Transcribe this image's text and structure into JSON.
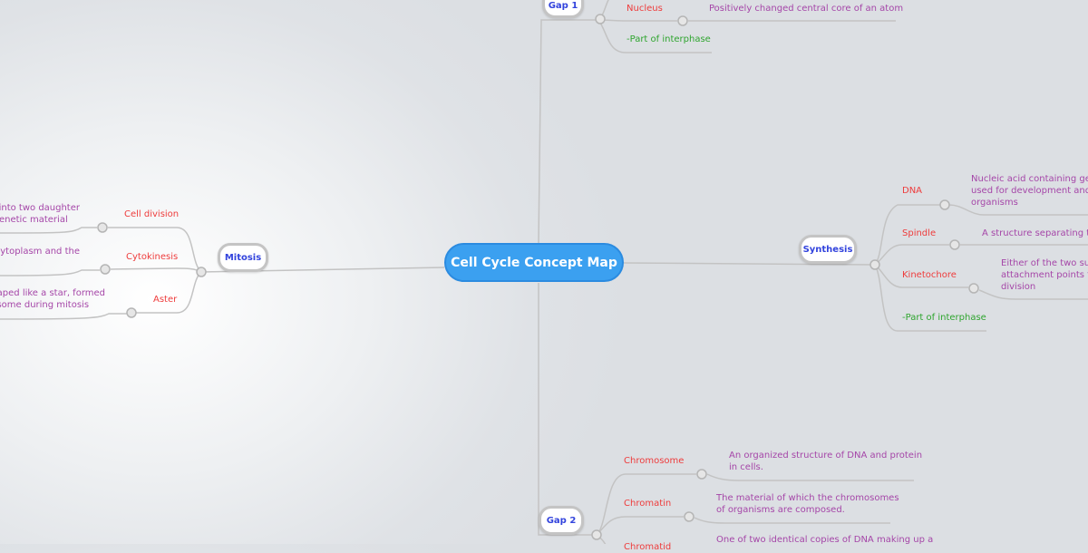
{
  "central": {
    "label": "Cell Cycle Concept Map"
  },
  "mitosis": {
    "label": "Mitosis",
    "children": [
      {
        "topic": "Cell division",
        "desc": "l into two daughter\ngenetic material"
      },
      {
        "topic": "Cytokinesis",
        "desc": " cytoplasm and the"
      },
      {
        "topic": "Aster",
        "desc": "haped like a star, formed\nosome during mitosis"
      }
    ]
  },
  "synthesis": {
    "label": "Synthesis",
    "children": [
      {
        "topic": "DNA",
        "desc": "Nucleic acid containing gen\nused for development and f\norganisms"
      },
      {
        "topic": "Spindle",
        "desc": "A structure separating the"
      },
      {
        "topic": "Kinetochore",
        "desc": "Either of the two sub\nattachment points fo\ndivision"
      }
    ],
    "note": "-Part of interphase"
  },
  "gap1": {
    "label": "Gap 1",
    "children": [
      {
        "topic": "Nucleus",
        "desc": "Positively changed central core of an atom"
      }
    ],
    "note": "-Part of interphase"
  },
  "gap2": {
    "label": "Gap 2",
    "children": [
      {
        "topic": "Chromosome",
        "desc": "An organized structure of DNA and protein\nin cells."
      },
      {
        "topic": "Chromatin",
        "desc": "The material of which the chromosomes\nof organisms are composed."
      },
      {
        "topic": "Chromatid",
        "desc": "One of two identical copies of DNA making up a"
      }
    ]
  }
}
